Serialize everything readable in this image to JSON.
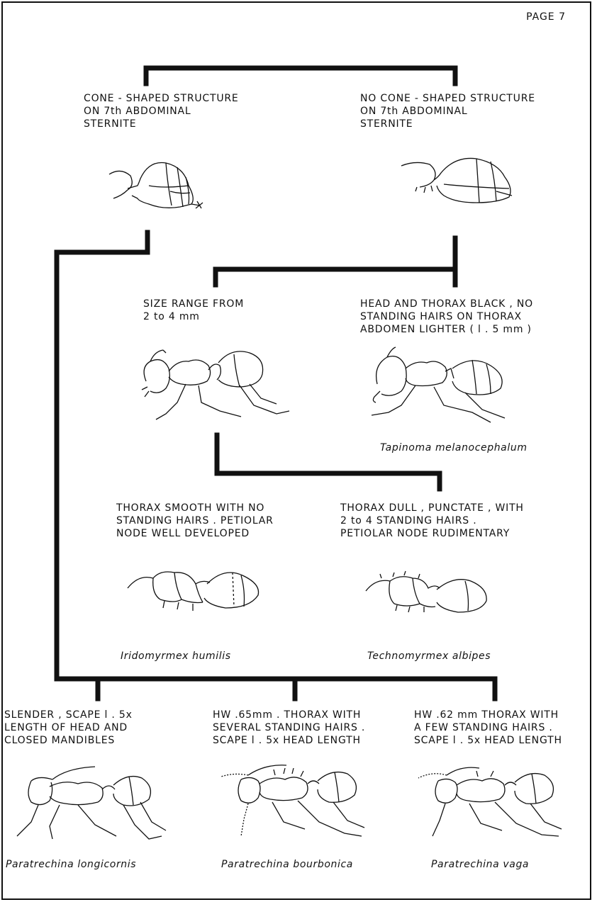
{
  "page_label": "PAGE  7",
  "couplet1": {
    "left": [
      "CONE - SHAPED STRUCTURE",
      "ON 7th  ABDOMINAL",
      "STERNITE"
    ],
    "right": [
      "NO  CONE - SHAPED  STRUCTURE",
      "ON 7th  ABDOMINAL",
      "STERNITE"
    ]
  },
  "couplet2": {
    "left": [
      "SIZE  RANGE  FROM",
      "2  to  4 mm"
    ],
    "right": [
      "HEAD  AND  THORAX  BLACK , NO",
      "STANDING  HAIRS  ON  THORAX",
      "ABDOMEN  LIGHTER  ( l . 5 mm )"
    ],
    "right_species": "Tapinoma  melanocephalum"
  },
  "couplet3": {
    "left": [
      "THORAX  SMOOTH  WITH  NO",
      "STANDING  HAIRS .  PETIOLAR",
      "NODE  WELL  DEVELOPED"
    ],
    "right": [
      "THORAX  DULL ,  PUNCTATE , WITH",
      "2  to  4   STANDING  HAIRS .",
      "PETIOLAR  NODE  RUDIMENTARY"
    ],
    "left_species": "Iridomyrmex   humilis",
    "right_species": "Technomyrmex   albipes"
  },
  "couplet4": {
    "a": [
      "SLENDER ,  SCAPE  l . 5x",
      "LENGTH  OF  HEAD  AND",
      "CLOSED  MANDIBLES"
    ],
    "b": [
      "HW  .65mm . THORAX  WITH",
      "SEVERAL  STANDING  HAIRS .",
      "SCAPE  l . 5x  HEAD  LENGTH"
    ],
    "c": [
      "HW  .62 mm  THORAX  WITH",
      "A  FEW  STANDING  HAIRS .",
      "SCAPE  l . 5x  HEAD  LENGTH"
    ],
    "a_species": "Paratrechina   longicornis",
    "b_species": "Paratrechina   bourbonica",
    "c_species": "Paratrechina   vaga"
  }
}
